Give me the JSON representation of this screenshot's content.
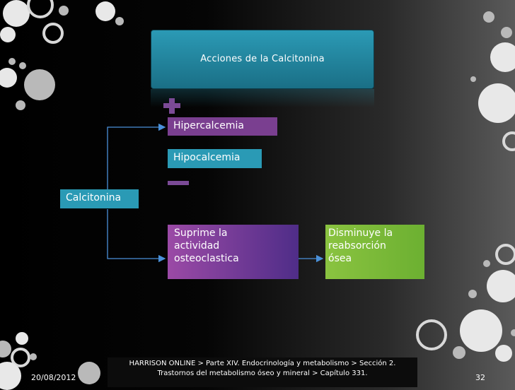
{
  "title": "Acciones de la Calcitonina",
  "nodes": {
    "hipercalcemia": "Hipercalcemia",
    "hipocalcemia": "Hipocalcemia",
    "calcitonina": "Calcitonina",
    "suprime": [
      "Suprime la",
      "actividad",
      "osteoclastica"
    ],
    "disminuye": [
      "Disminuye la",
      "reabsorción",
      "ósea"
    ]
  },
  "footer": {
    "line1": "HARRISON ONLINE > Parte XIV. Endocrinología y metabolismo > Sección 2.",
    "line2": "Trastornos del metabolismo óseo y mineral > Capítulo 331."
  },
  "date": "20/08/2012",
  "page_number": "32",
  "colors": {
    "teal": "#2a9ab5",
    "purple": "#7a3f90",
    "green": "#8ac340",
    "connector": "#4a90d9"
  }
}
